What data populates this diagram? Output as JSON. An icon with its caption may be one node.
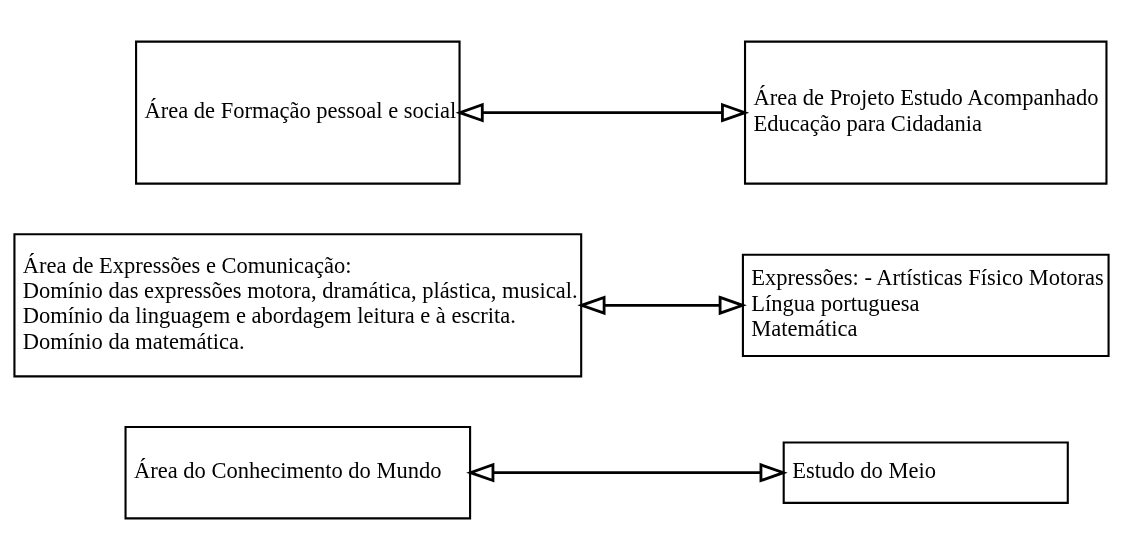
{
  "diagram": {
    "nodes": [
      {
        "text": [
          "Área de Formação pessoal e social"
        ]
      },
      {
        "text": [
          "Área de Projeto Estudo Acompanhado",
          "Educação para Cidadania"
        ]
      },
      {
        "text": [
          "Área de Expressões e Comunicação:",
          "Domínio das expressões motora, dramática, plástica, musical.",
          "Domínio da linguagem e abordagem leitura e à escrita.",
          "Domínio da matemática."
        ]
      },
      {
        "text": [
          "Expressões: - Artísticas Físico Motoras",
          "Língua portuguesa",
          "Matemática"
        ]
      },
      {
        "text": [
          "Área do Conhecimento do Mundo"
        ]
      },
      {
        "text": [
          "Estudo do Meio"
        ]
      }
    ],
    "edges": [
      {
        "from": 0,
        "to": 1,
        "arrow": "both"
      },
      {
        "from": 2,
        "to": 3,
        "arrow": "both"
      },
      {
        "from": 4,
        "to": 5,
        "arrow": "both"
      }
    ]
  }
}
